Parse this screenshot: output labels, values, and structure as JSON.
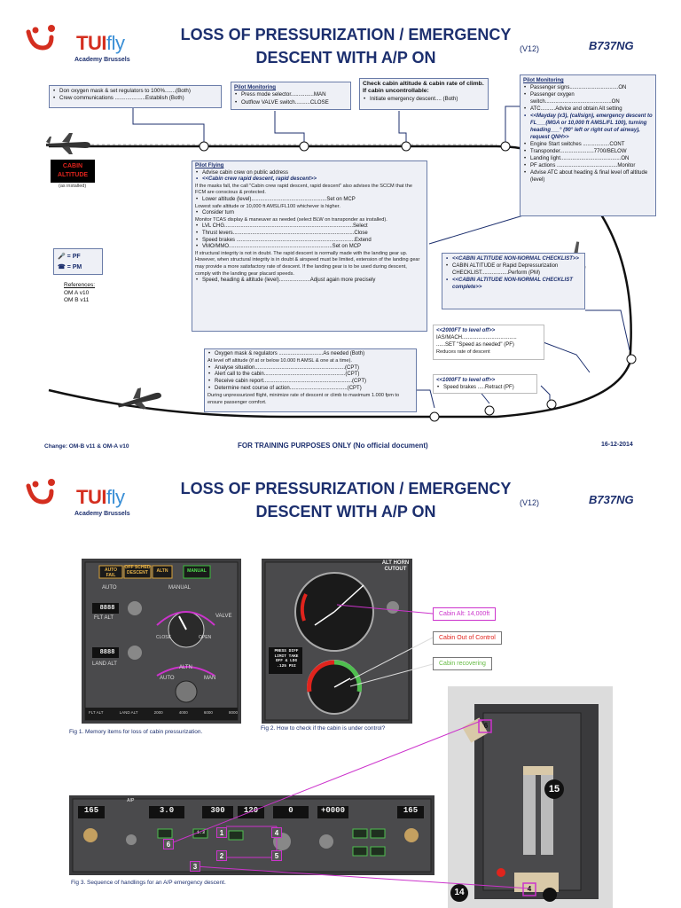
{
  "page1": {
    "logo": {
      "brand": "TUI",
      "brand_suffix": "fly",
      "subtitle": "Academy Brussels"
    },
    "title_line1": "LOSS OF PRESSURIZATION / EMERGENCY",
    "title_line2": "DESCENT WITH A/P ON",
    "version": "(V12)",
    "model": "B737NG",
    "box_oxygen": {
      "items": [
        "Don oxygen mask & set regulators to 100%.......(Both)",
        "Crew communications ....................Establish (Both)"
      ]
    },
    "box_pm1": {
      "header": "Pilot Monitoring",
      "items": [
        "Press mode selector...............MAN",
        "Outflow VALVE switch..........CLOSE"
      ]
    },
    "box_check": {
      "header": "Check cabin altitude & cabin rate of climb. If cabin uncontrollable:",
      "items": [
        "Initiate emergency descent.... (Both)"
      ]
    },
    "box_pm2": {
      "header": "Pilot Monitoring",
      "items": [
        "Passenger signs.................................ON",
        "Passenger oxygen switch.............................................ON",
        "ATC..........Advice and obtain Alt setting",
        "<<Mayday (x3), (callsign), emergency descent to FL___(MGA or 10,000 ft AMSL/FL 100), turning heading___° (90° left or right out of airway), request QNH>>",
        "Engine Start switches ..................CONT",
        "Transponder.......................7700/BELOW",
        "Landing light.........................................ON",
        "PF actions .........................................Monitor",
        "Advise ATC about heading & final level off altitude (level)"
      ]
    },
    "cabin_alt": {
      "line1": "CABIN",
      "line2": "ALTITUDE",
      "sub": "(as installed)"
    },
    "box_pf": {
      "header": "Pilot Flying",
      "items": [
        {
          "t": "Advise cabin crew on public address",
          "n": ""
        },
        {
          "t": "<<Cabin crew rapid descent, rapid descent>>",
          "n": "If the masks fall, the call \"Cabin crew rapid descent, rapid descent\" also advises the SCCM that the FCM are conscious & protected."
        },
        {
          "t": "Lower altitude (level)...................................................Set on MCP",
          "n": "Lowest safe altitude or 10,000 ft AMSL/FL100 whichever is higher."
        },
        {
          "t": "Consider turn",
          "n": "Monitor TCAS display & maneuver as needed (select BLW on transponder as installed)."
        },
        {
          "t": "LVL CHG.......................................................................................Select",
          "n": ""
        },
        {
          "t": "Thrust levers..................................................................................Close",
          "n": ""
        },
        {
          "t": "Speed brakes ................................................................................Extend",
          "n": ""
        },
        {
          "t": "VMO/MMO......................................................................Set on MCP",
          "n": "If structural integrity is not in doubt. The rapid descent is normally made with the landing gear up. However, when structural integrity is in doubt & airspeed must be limited, extension of the landing gear may provide a more satisfactory rate of descent. If the landing gear is to be used during descent, comply with the landing gear placard speeds."
        },
        {
          "t": "Speed, heading & altitude (level).....................Adjust again more precisely",
          "n": ""
        }
      ]
    },
    "legend": {
      "pf": "= PF",
      "pm": "= PM"
    },
    "refs": {
      "header": "References:",
      "items": [
        "OM A v10",
        "OM B v11"
      ]
    },
    "box_noncheck": {
      "items": [
        "<<CABIN ALTITUDE NON-NORMAL CHECKLIST>>",
        "CABIN ALTITUDE or Rapid Depressurization CHECKLIST..................Perform (PM)",
        "<<CABIN ALTITUDE NON-NORMAL CHECKLIST complete>>"
      ]
    },
    "box_2000": {
      "items": [
        "<<2000FT to level off>>",
        "IAS/MACH.....................................",
        "......SET \"Speed as needed\" (PF)",
        "Reduces rate of descent"
      ]
    },
    "box_1000": {
      "items": [
        "<<1000FT to level off>>",
        "Speed brakes .....Retract (PF)"
      ]
    },
    "box_leveloff": {
      "items": [
        {
          "t": "Oxygen mask & regulators ..............................As needed (Both)",
          "n": "At level off altitude (if at or below 10.000 ft AMSL & one at a time)."
        },
        {
          "t": "Analyse situation.............................................................(CPT)",
          "n": ""
        },
        {
          "t": "Alert call to the cabin.......................................................(CPT)",
          "n": ""
        },
        {
          "t": "Receive cabin report............................................................(CPT)",
          "n": ""
        },
        {
          "t": "Determine next course of action.......................................(CPT)",
          "n": "During unpressurized flight, minimize rate of descent or climb to maximum 1.000 fpm to ensure passenger comfort."
        }
      ]
    },
    "footer": {
      "change": "Change: OM-B v11 & OM-A v10",
      "training": "FOR TRAINING PURPOSES ONLY (No official document)",
      "date": "16-12-2014"
    }
  },
  "page2": {
    "logo": {
      "brand": "TUI",
      "brand_suffix": "fly",
      "subtitle": "Academy Brussels"
    },
    "title_line1": "LOSS OF PRESSURIZATION / EMERGENCY",
    "title_line2": "DESCENT WITH A/P ON",
    "version": "(V12)",
    "model": "B737NG",
    "fig1": {
      "caption": "Fig 1. Memory items for loss of cabin pressurization.",
      "annunciators": [
        "AUTO FAIL",
        "OFF SCHED DESCENT",
        "ALTN",
        "MANUAL"
      ],
      "labels": {
        "auto": "AUTO",
        "manual": "MANUAL",
        "flt_alt": "FLT ALT",
        "land_alt": "LAND ALT",
        "flt_value": "8888",
        "land_value": "8888",
        "valve": "VALVE",
        "close": "CLOSE",
        "open": "OPEN",
        "altn": "ALTN",
        "auto_sw": "AUTO",
        "man": "MAN"
      },
      "bottom_strip": [
        "FLT ALT",
        "LAND ALT",
        "2000",
        "4000",
        "6000",
        "8000"
      ]
    },
    "fig2": {
      "caption": "Fig 2. How to check if the cabin is under control?",
      "horn_label": "ALT HORN CUTOUT",
      "press_label": "PRESS DIFF LIMIT TAKE OFF & LDG .125 PSI",
      "callouts": [
        "Cabin Alt: 14,000ft",
        "Cabin Out of Control",
        "Cabin recovering"
      ]
    },
    "fig3": {
      "caption": "Fig 3. Sequence of handlings for an A/P emergency descent.",
      "displays": [
        "165",
        "A/P",
        "3.0",
        "300",
        "120",
        "1.3",
        "0",
        "+0000",
        "165"
      ],
      "step_numbers": [
        "1",
        "2",
        "3",
        "4",
        "5",
        "6"
      ]
    },
    "fig4": {
      "badges": [
        "15",
        "14"
      ],
      "step_numbers": [
        "4",
        "6"
      ]
    },
    "colors": {
      "accent": "#cc33cc",
      "brand_red": "#d42e1f",
      "brand_blue": "#3a8fd6",
      "navy": "#1c2f6e",
      "cabin_red": "#e0241d",
      "recover_green": "#66bb44"
    }
  }
}
